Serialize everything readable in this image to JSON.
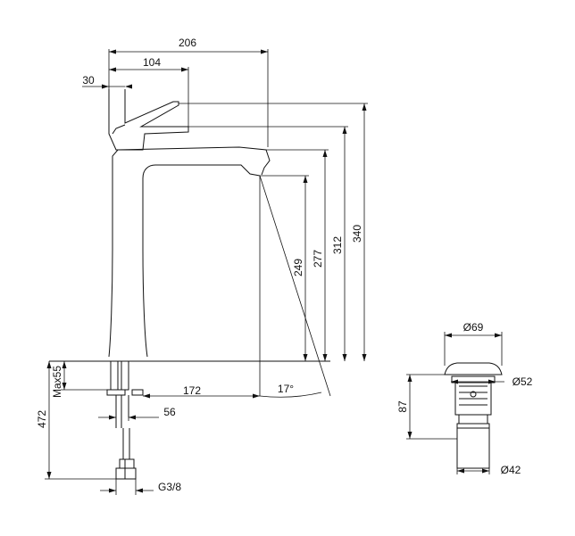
{
  "dimensions": {
    "width_total": "206",
    "width_spout_lever": "104",
    "lever_offset": "30",
    "height_total": "340",
    "height_lever": "312",
    "height_spout": "277",
    "height_outlet": "249",
    "projection": "172",
    "spout_angle": "17°",
    "max_deck": "Max55",
    "shank_length": "472",
    "shank_offset": "56",
    "thread": "G3/8",
    "waste_top_dia": "Ø69",
    "waste_mid_dia": "Ø52",
    "waste_height": "87",
    "waste_bottom_dia": "Ø42"
  }
}
